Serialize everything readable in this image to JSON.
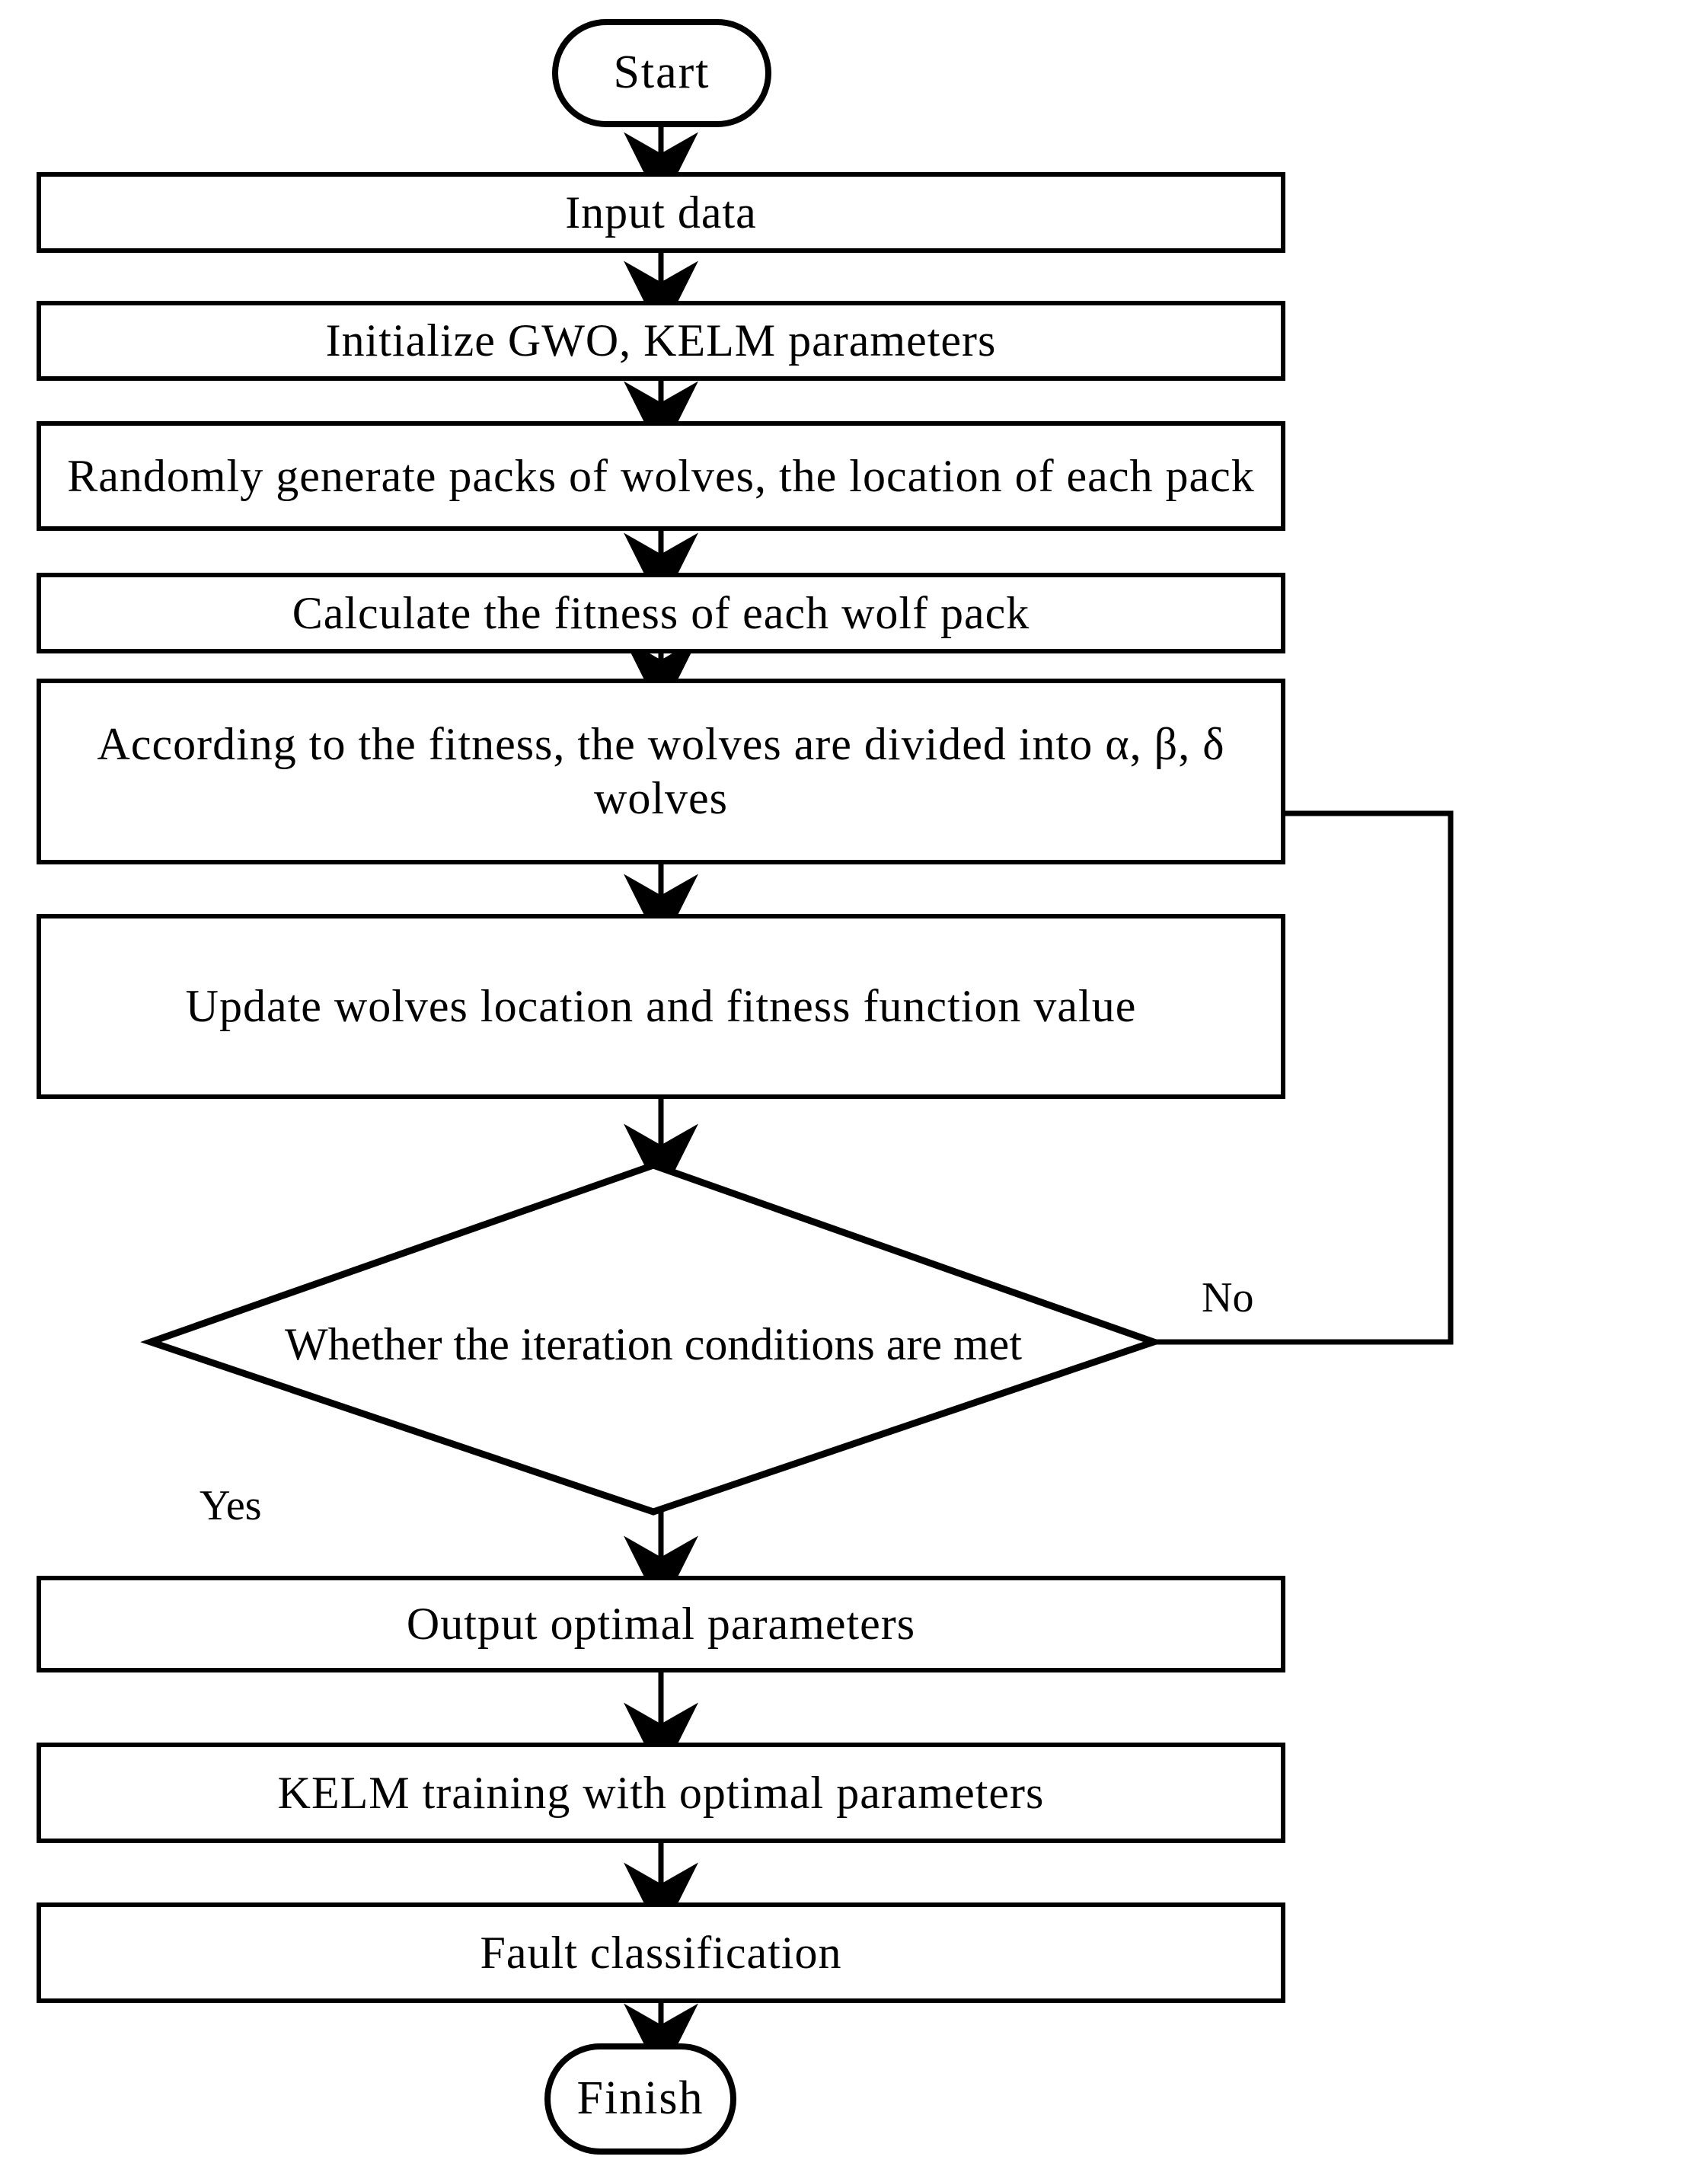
{
  "diagram": {
    "title": "GWO-KELM fault classification flowchart",
    "type": "flowchart",
    "background_color": "#ffffff",
    "line_color": "#000000",
    "text_color": "#000000"
  },
  "nodes": [
    {
      "id": "start",
      "shape": "terminal",
      "label": "Start"
    },
    {
      "id": "input",
      "shape": "process",
      "label": "Input data"
    },
    {
      "id": "init",
      "shape": "process",
      "label": "Initialize GWO, KELM parameters"
    },
    {
      "id": "generate",
      "shape": "process",
      "label": "Randomly generate packs of wolves, the location of each pack"
    },
    {
      "id": "fitness",
      "shape": "process",
      "label": "Calculate the fitness of each wolf pack"
    },
    {
      "id": "divide",
      "shape": "process",
      "label": "According to the fitness, the wolves are divided into α, β, δ wolves"
    },
    {
      "id": "update",
      "shape": "process",
      "label": "Update wolves location and fitness function value"
    },
    {
      "id": "decision",
      "shape": "decision",
      "label": "Whether the iteration conditions are met"
    },
    {
      "id": "output",
      "shape": "process",
      "label": "Output optimal parameters"
    },
    {
      "id": "training",
      "shape": "process",
      "label": "KELM training with optimal parameters"
    },
    {
      "id": "classify",
      "shape": "process",
      "label": "Fault classification"
    },
    {
      "id": "finish",
      "shape": "terminal",
      "label": "Finish"
    }
  ],
  "edge_labels": {
    "yes": "Yes",
    "no": "No"
  },
  "edges": [
    {
      "from": "start",
      "to": "input"
    },
    {
      "from": "input",
      "to": "init"
    },
    {
      "from": "init",
      "to": "generate"
    },
    {
      "from": "generate",
      "to": "fitness"
    },
    {
      "from": "fitness",
      "to": "divide"
    },
    {
      "from": "divide",
      "to": "update"
    },
    {
      "from": "update",
      "to": "decision"
    },
    {
      "from": "decision",
      "to": "output",
      "label": "Yes"
    },
    {
      "from": "decision",
      "to": "divide",
      "label": "No"
    },
    {
      "from": "output",
      "to": "training"
    },
    {
      "from": "training",
      "to": "classify"
    },
    {
      "from": "classify",
      "to": "finish"
    }
  ]
}
